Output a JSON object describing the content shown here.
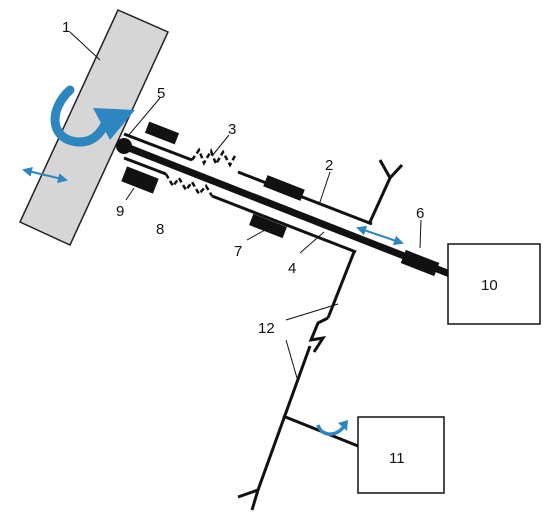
{
  "colors": {
    "ink": "#111111",
    "plate_fill": "#d6d6d6",
    "plate_stroke": "#222222",
    "arrow": "#2e86c1"
  },
  "labels": {
    "n1": "1",
    "n2": "2",
    "n3": "3",
    "n4": "4",
    "n5": "5",
    "n6": "6",
    "n7": "7",
    "n8": "8",
    "n9": "9",
    "n10": "10",
    "n11": "11",
    "n12": "12"
  },
  "icons": {
    "rotation_arrow": "curved-rotation-arrow",
    "linear_arrow": "double-headed-arrow",
    "joint": "universal-joint",
    "fork": "y-fork"
  }
}
